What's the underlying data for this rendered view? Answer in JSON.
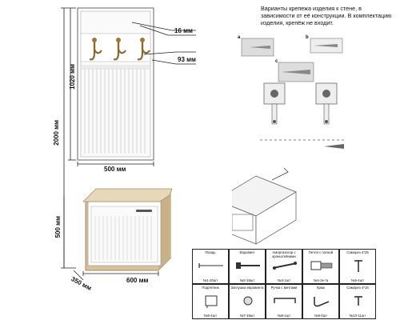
{
  "dims": {
    "height_total": "2000 мм",
    "height_panel": "1020 мм",
    "height_bench": "500 мм",
    "width_panel": "500 мм",
    "width_bench": "600 мм",
    "depth_bench": "350 мм",
    "gap_hooks": "16 мм",
    "gap_rail": "93 мм"
  },
  "note": "Варианты крепежа изделия к стене, в зависимости от её конструкции. В комплектацию изделия, крепёж не входит.",
  "variants": {
    "a": "a",
    "b": "b",
    "c": "c"
  },
  "hardware_row1": [
    {
      "name": "Гвоздь",
      "qty": "№1-20шт"
    },
    {
      "name": "Евровинт",
      "qty": "№2-18шт"
    },
    {
      "name": "Амортизатор с кронштейнами",
      "qty": "№3-1шт"
    },
    {
      "name": "Петля с полкой",
      "qty": "№4-2к-та"
    },
    {
      "name": "Саморез 4*25",
      "qty": "№5-4шт"
    }
  ],
  "hardware_row2": [
    {
      "name": "Подпятник",
      "qty": "№6-4шт"
    },
    {
      "name": "Заглушка евровинта",
      "qty": "№7-18шт"
    },
    {
      "name": "Ручка с винтами",
      "qty": "№8-1шт"
    },
    {
      "name": "Крюк",
      "qty": "№9-3шт"
    },
    {
      "name": "Саморез 4*16",
      "qty": "№10-11шт"
    }
  ]
}
